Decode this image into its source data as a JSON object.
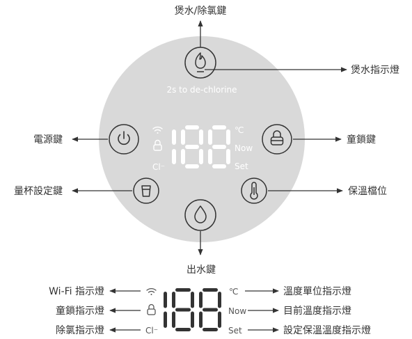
{
  "colors": {
    "panel": "#d9d9d9",
    "white": "#ffffff",
    "text": "#333333",
    "line": "#333333",
    "segment": "#333333"
  },
  "panel": {
    "hint": "2s to de-chlorine",
    "indicators": {
      "wifi_icon": "wifi-icon",
      "lock_icon": "lock-icon",
      "chlorine": "Cl⁻",
      "celsius": "℃",
      "now": "Now",
      "set": "Set"
    },
    "buttons": [
      {
        "id": "boil",
        "icon": "flame-icon"
      },
      {
        "id": "power",
        "icon": "power-icon"
      },
      {
        "id": "child-lock",
        "icon": "lock-icon"
      },
      {
        "id": "cup-setting",
        "icon": "cup-icon"
      },
      {
        "id": "keep-warm",
        "icon": "thermometer-icon"
      },
      {
        "id": "dispense",
        "icon": "droplet-icon"
      }
    ],
    "display_digits": "188"
  },
  "callouts": {
    "boil_dechlorine_key": "煲水/除氯鍵",
    "boil_indicator": "煲水指示燈",
    "power_key": "電源鍵",
    "child_lock_key": "童鎖鍵",
    "cup_setting_key": "量杯設定鍵",
    "keep_warm_level": "保溫檔位",
    "dispense_key": "出水鍵"
  },
  "legend": {
    "left": [
      "Wi-Fi 指示燈",
      "童鎖指示燈",
      "除氯指示燈"
    ],
    "right": [
      "溫度單位指示燈",
      "目前溫度指示燈",
      "設定保溫溫度指示燈"
    ],
    "indicators": {
      "wifi_icon": "wifi-icon",
      "lock_icon": "lock-icon",
      "chlorine": "Cl⁻",
      "celsius": "℃",
      "now": "Now",
      "set": "Set"
    },
    "display_digits": "188"
  }
}
